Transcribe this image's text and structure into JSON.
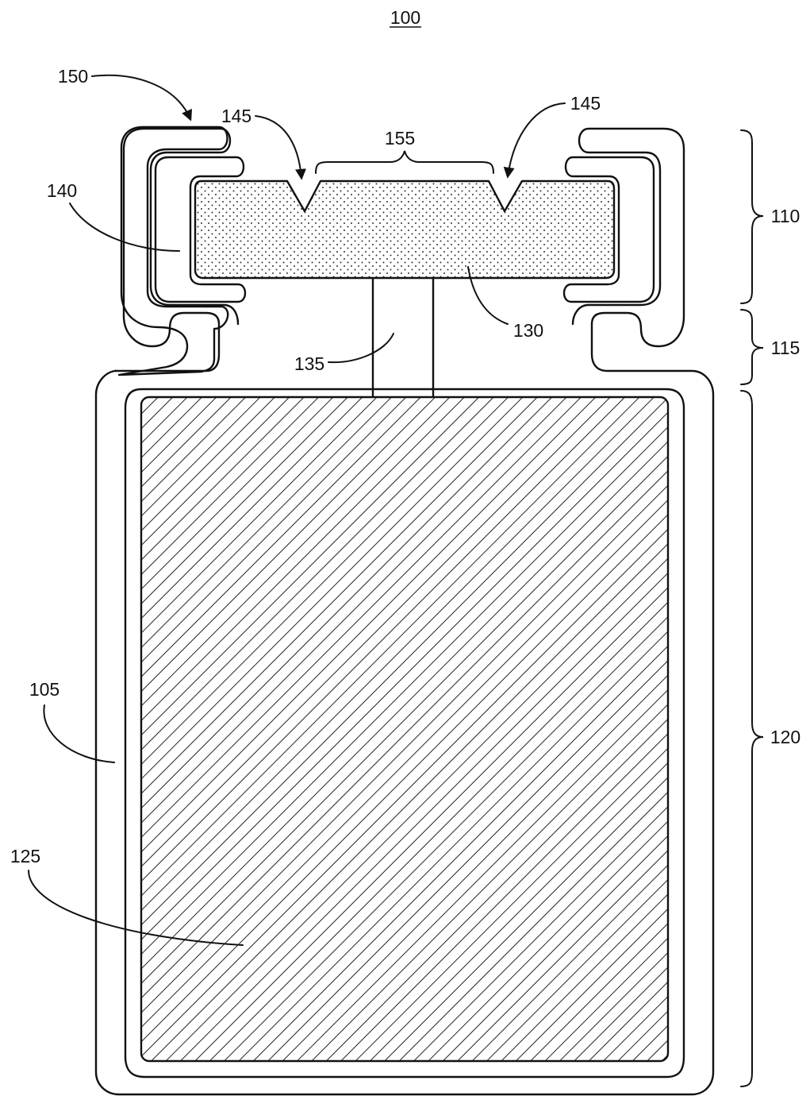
{
  "figure": {
    "number": "100"
  },
  "labels": {
    "casing": "105",
    "upper_section": "110",
    "neck_section": "115",
    "lower_section": "120",
    "battery_body": "125",
    "terminal_plate": "130",
    "connector": "135",
    "terminal_edge": "140",
    "notch_left": "145",
    "notch_right": "145",
    "clip": "150",
    "span": "155"
  },
  "colors": {
    "line": "#111111",
    "background": "#ffffff"
  }
}
